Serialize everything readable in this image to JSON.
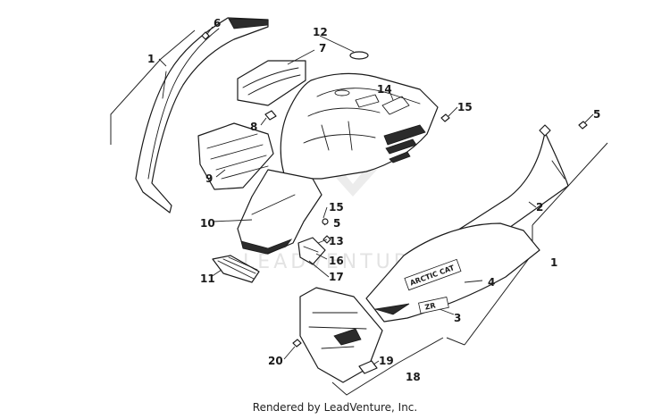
{
  "watermark": "LEADVENTURE",
  "footer": "Rendered by LeadVenture, Inc.",
  "decals": {
    "brand": "ARCTIC CAT",
    "model": "ZR"
  },
  "callouts": [
    "1",
    "6",
    "12",
    "7",
    "14",
    "15",
    "5",
    "8",
    "9",
    "10",
    "2",
    "15",
    "5",
    "13",
    "16",
    "17",
    "11",
    "1",
    "4",
    "3",
    "20",
    "19",
    "18"
  ]
}
